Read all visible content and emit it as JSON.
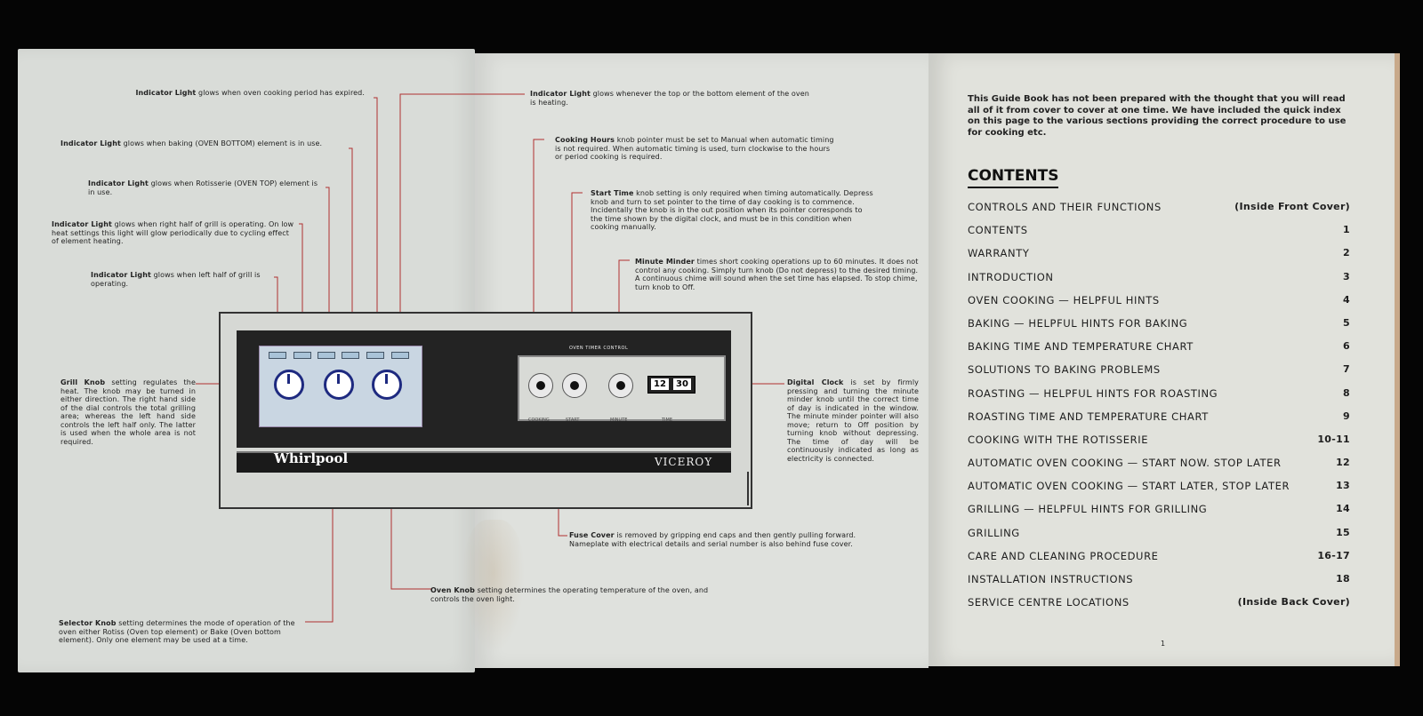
{
  "left_page": {
    "annotations": {
      "a1": {
        "title": "Indicator Light",
        "text": "glows when oven cooking period has expired."
      },
      "a2": {
        "title": "Indicator Light",
        "text": "glows when baking (OVEN BOTTOM) element is in use."
      },
      "a3": {
        "title": "Indicator Light",
        "text": "glows when Rotisserie (OVEN TOP) element is in use."
      },
      "a4": {
        "title": "Indicator Light",
        "text": "glows when right half of grill is operating. On low heat settings this light will glow periodically due to cycling effect of element heating."
      },
      "a5": {
        "title": "Indicator Light",
        "text": "glows when left half of grill is operating."
      },
      "a6": {
        "title": "Grill Knob",
        "text": "setting regulates the heat. The knob may be turned in either direction. The right hand side of the dial controls the total grilling area; whereas the left hand side controls the left half only. The latter is used when the whole area is not required."
      },
      "a7": {
        "title": "Selector Knob",
        "text": "setting determines the mode of operation of the oven either Rotiss (Oven top element) or Bake (Oven bottom element). Only one element may be used at a time."
      }
    }
  },
  "middle_page": {
    "annotations": {
      "b1": {
        "title": "Indicator Light",
        "text": "glows whenever the top or the bottom element of the oven is heating."
      },
      "b2": {
        "title": "Cooking Hours",
        "text": "knob pointer must be set to Manual when automatic timing is not required. When automatic timing is used, turn clockwise to the hours or period cooking is required."
      },
      "b3": {
        "title": "Start Time",
        "text": "knob setting is only required when timing automatically. Depress knob and turn to set pointer to the time of day cooking is to commence. Incidentally the knob is in the out position when its pointer corresponds to the time shown by the digital clock, and must be in this condition when cooking manually."
      },
      "b4": {
        "title": "Minute Minder",
        "text": "times short cooking operations up to 60 minutes. It does not control any cooking. Simply turn knob (Do not depress) to the desired timing. A continuous chime will sound when the set time has elapsed. To stop chime, turn knob to Off."
      },
      "b5": {
        "title": "Digital Clock",
        "text": "is set by firmly pressing and turning the minute minder knob until the correct time of day is indicated in the window. The minute minder pointer will also move; return to Off position by turning knob without depressing. The time of day will be continuously indicated as long as electricity is connected."
      },
      "b6": {
        "title": "Fuse Cover",
        "text": "is removed by gripping end caps and then gently pulling forward. Nameplate with electrical details and serial number is also behind fuse cover."
      },
      "b7": {
        "title": "Oven Knob",
        "text": "setting determines the operating temperature of the oven, and controls the oven light."
      }
    },
    "stove": {
      "brand": "Whirlpool",
      "model": "VICEROY",
      "timer_panel_label": "OVEN TIMER CONTROL",
      "clock_hours": "12",
      "clock_minutes": "30",
      "timer_sub_labels": [
        "COOKING",
        "START",
        "MINUTE",
        "TIME"
      ]
    }
  },
  "right_page": {
    "intro": "This Guide Book has not been prepared with the thought that you will read all of it from cover to cover at one time. We have included the quick index on this page to the various sections providing the correct procedure to use for cooking etc.",
    "contents_title": "CONTENTS",
    "toc": [
      {
        "label": "CONTROLS AND THEIR FUNCTIONS",
        "page": "(Inside Front Cover)"
      },
      {
        "label": "CONTENTS",
        "page": "1"
      },
      {
        "label": "WARRANTY",
        "page": "2"
      },
      {
        "label": "INTRODUCTION",
        "page": "3"
      },
      {
        "label": "OVEN COOKING — HELPFUL HINTS",
        "page": "4"
      },
      {
        "label": "BAKING — HELPFUL HINTS FOR BAKING",
        "page": "5"
      },
      {
        "label": "BAKING TIME AND TEMPERATURE CHART",
        "page": "6"
      },
      {
        "label": "SOLUTIONS TO BAKING PROBLEMS",
        "page": "7"
      },
      {
        "label": "ROASTING — HELPFUL HINTS FOR ROASTING",
        "page": "8"
      },
      {
        "label": "ROASTING TIME AND TEMPERATURE CHART",
        "page": "9"
      },
      {
        "label": "COOKING WITH THE ROTISSERIE",
        "page": "10-11"
      },
      {
        "label": "AUTOMATIC OVEN COOKING — START NOW. STOP LATER",
        "page": "12"
      },
      {
        "label": "AUTOMATIC OVEN COOKING — START LATER, STOP LATER",
        "page": "13"
      },
      {
        "label": "GRILLING — HELPFUL HINTS FOR GRILLING",
        "page": "14"
      },
      {
        "label": "GRILLING",
        "page": "15"
      },
      {
        "label": "CARE AND CLEANING PROCEDURE",
        "page": "16-17"
      },
      {
        "label": "INSTALLATION INSTRUCTIONS",
        "page": "18"
      },
      {
        "label": "SERVICE CENTRE LOCATIONS",
        "page": "(Inside Back Cover)"
      }
    ],
    "page_number": "1"
  }
}
